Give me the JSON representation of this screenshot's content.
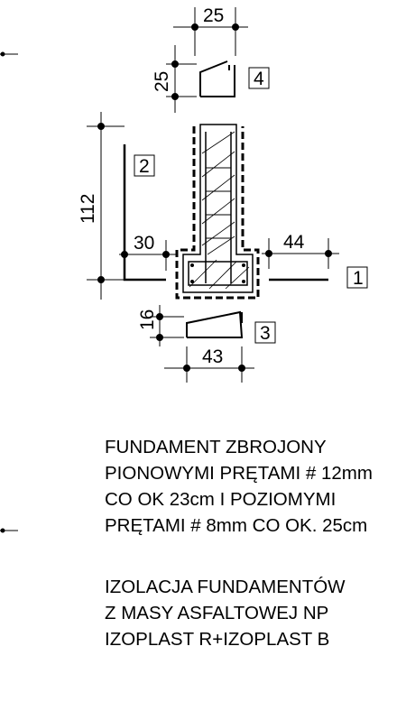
{
  "drawing": {
    "dimensions": {
      "top_width": "25",
      "top_height": "25",
      "height_112": "112",
      "left_30": "30",
      "right_44": "44",
      "height_16": "16",
      "bottom_43": "43"
    },
    "tags": {
      "tag_1": "1",
      "tag_2": "2",
      "tag_3": "3",
      "tag_4": "4"
    }
  },
  "notes": {
    "block1": [
      "FUNDAMENT ZBROJONY",
      "PIONOWYMI PRĘTAMI # 12mm",
      "CO OK 23cm I POZIOMYMI",
      "PRĘTAMI # 8mm CO OK. 25cm"
    ],
    "block2": [
      "IZOLACJA FUNDAMENTÓW",
      "Z MASY ASFALTOWEJ NP",
      "IZOPLAST R+IZOPLAST B"
    ]
  }
}
